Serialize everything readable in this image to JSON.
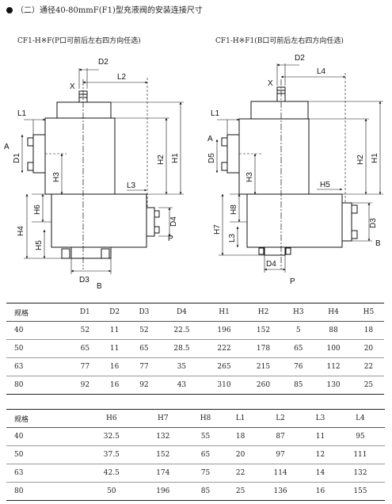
{
  "heading": "（二）通径40-80mmF(F1)型充液阀的安装连接尺寸",
  "drawings": {
    "left": {
      "caption": "CF1-H※F(P口可前后左右四方向任选)",
      "labels": {
        "x": "X",
        "d2": "D2",
        "l2": "L2",
        "l1": "L1",
        "a": "A",
        "d1": "D1",
        "h3": "H3",
        "h2": "H2",
        "h1": "H1",
        "l3": "L3",
        "h6": "H6",
        "h4": "H4",
        "h5": "H5",
        "d4": "D4",
        "p": "P",
        "d3": "D3",
        "b": "B"
      }
    },
    "right": {
      "caption": "CF1-H※F1(B口可前后左右四方向任选)",
      "labels": {
        "d2": "D2",
        "x": "X",
        "l4": "L4",
        "l1": "L1",
        "a": "A",
        "d5": "D5",
        "h3": "H3",
        "h2": "H2",
        "h1": "H1",
        "h5": "H5",
        "h8": "H8",
        "h7": "H7",
        "l3": "L3",
        "d3": "D3",
        "b": "B",
        "d4": "D4",
        "p": "P"
      }
    }
  },
  "table1": {
    "headers": [
      "规格",
      "D1",
      "D2",
      "D3",
      "D4",
      "H1",
      "H2",
      "H3",
      "H4",
      "H5"
    ],
    "rows": [
      [
        "40",
        "52",
        "11",
        "52",
        "22.5",
        "196",
        "152",
        "5",
        "88",
        "18"
      ],
      [
        "50",
        "65",
        "11",
        "65",
        "28.5",
        "222",
        "178",
        "65",
        "100",
        "20"
      ],
      [
        "63",
        "77",
        "16",
        "77",
        "35",
        "265",
        "215",
        "76",
        "112",
        "22"
      ],
      [
        "80",
        "92",
        "16",
        "92",
        "43",
        "310",
        "260",
        "85",
        "130",
        "25"
      ]
    ]
  },
  "table2": {
    "headers": [
      "规格",
      "H6",
      "H7",
      "H8",
      "L1",
      "L2",
      "L3",
      "L4"
    ],
    "rows": [
      [
        "40",
        "32.5",
        "132",
        "55",
        "18",
        "87",
        "11",
        "95"
      ],
      [
        "50",
        "37.5",
        "152",
        "65",
        "20",
        "97",
        "12",
        "111"
      ],
      [
        "63",
        "42.5",
        "174",
        "75",
        "22",
        "114",
        "14",
        "132"
      ],
      [
        "80",
        "50",
        "196",
        "85",
        "25",
        "136",
        "16",
        "155"
      ]
    ]
  }
}
